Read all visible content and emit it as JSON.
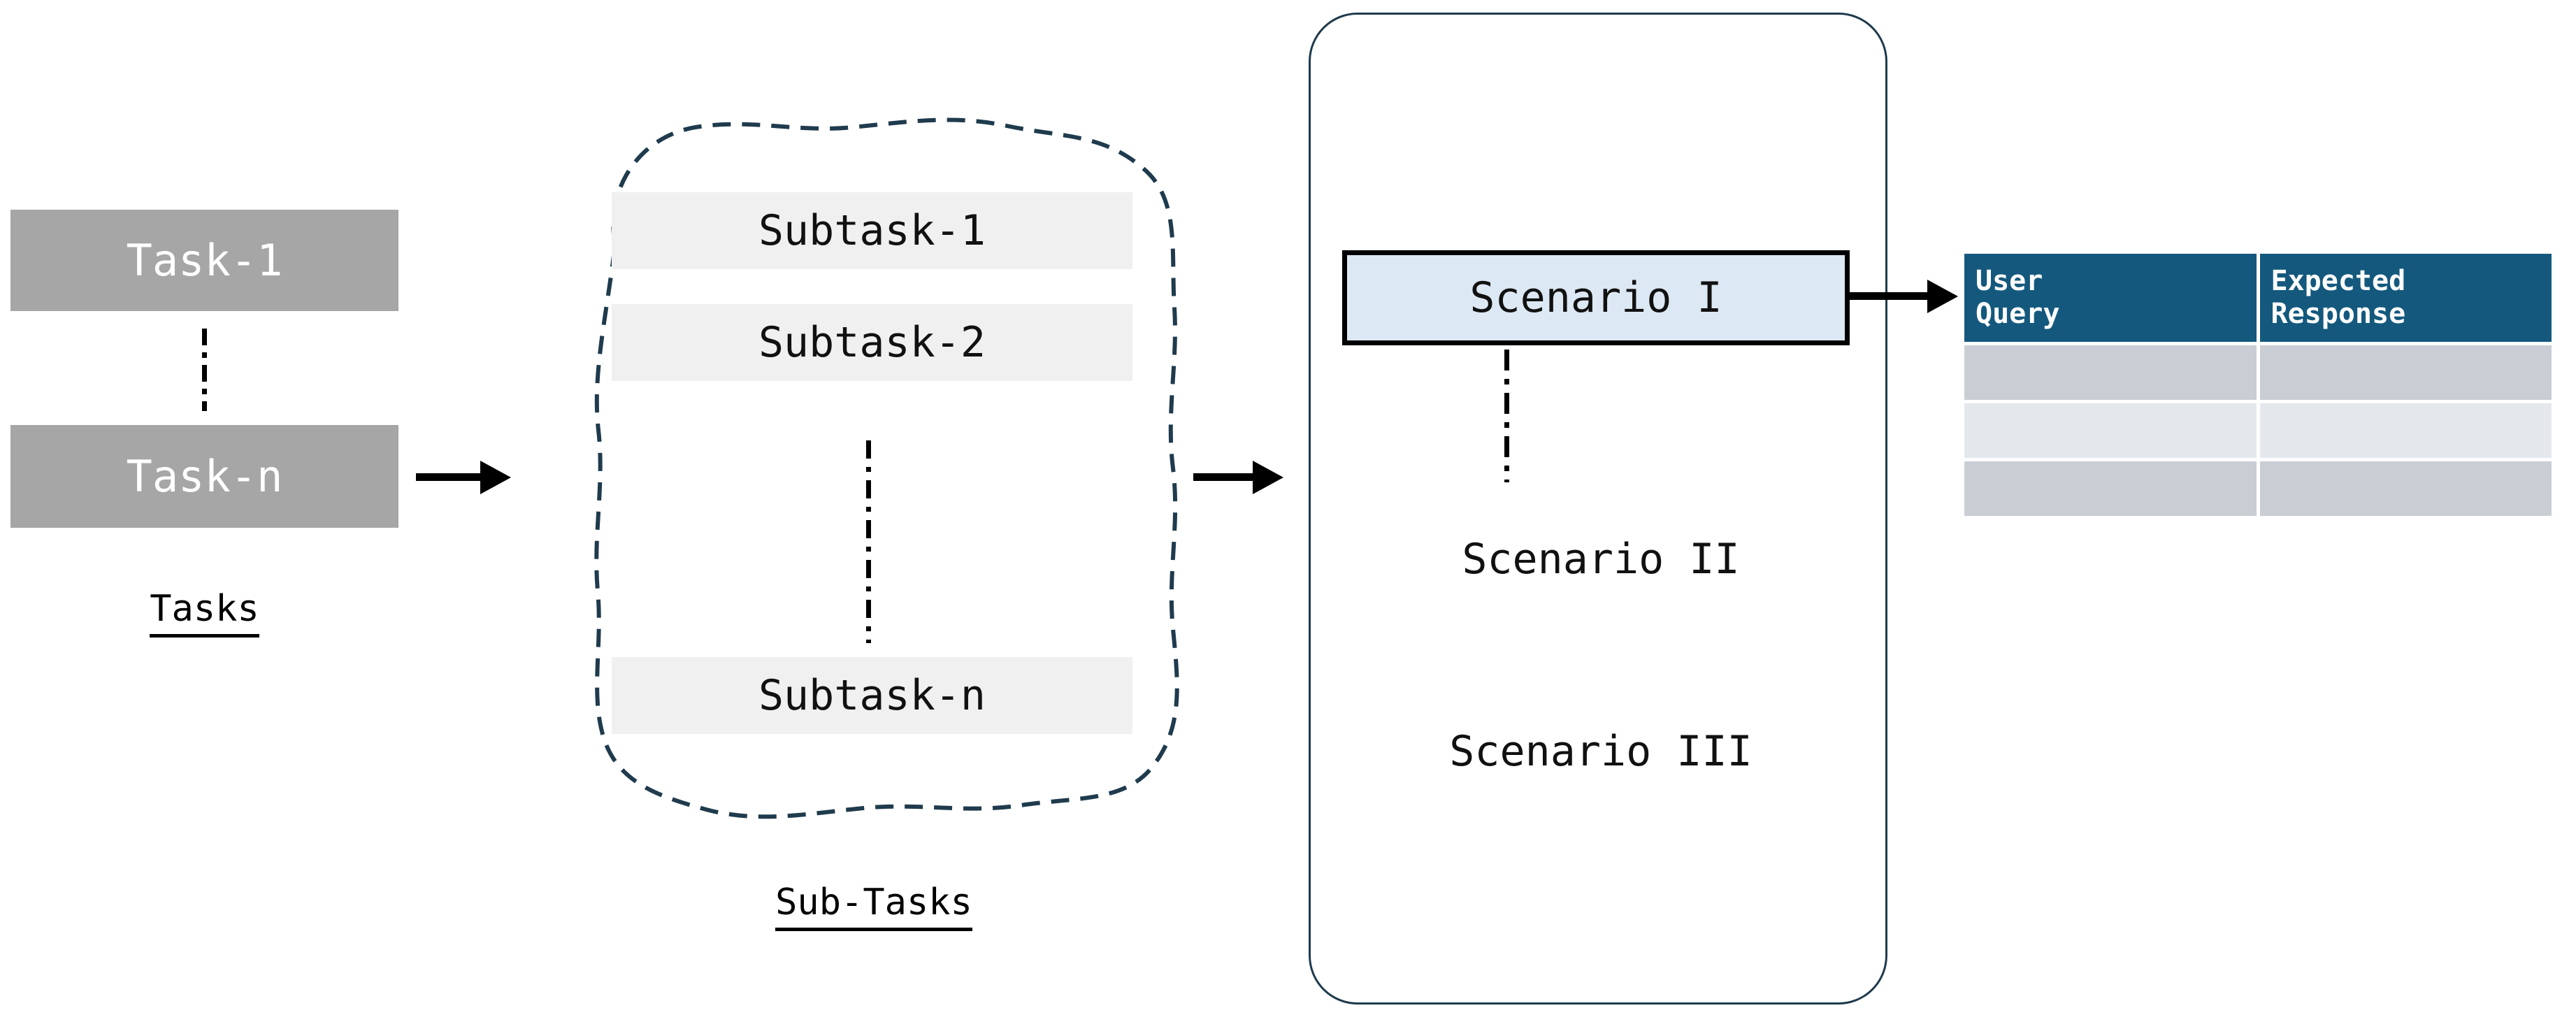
{
  "diagram": {
    "title_omitted": true,
    "colors": {
      "task_box_fill": "#a6a6a6",
      "task_box_text": "#ffffff",
      "subtask_box_fill": "#f0f0f0",
      "subtask_blob_stroke": "#1f3b4d",
      "scenario_card_stroke": "#1f3b4d",
      "scenario_highlight_fill": "#dce8f4",
      "scenario_highlight_stroke": "#000000",
      "table_header_fill": "#14597d",
      "table_header_text": "#ffffff",
      "table_row_dark": "#c9cdd4",
      "table_row_light": "#e4e8ec",
      "arrow": "#000000"
    }
  },
  "tasks": {
    "caption": "Tasks",
    "items": [
      {
        "label": "Task-1"
      },
      {
        "label": "Task-n"
      }
    ],
    "ellipsis": "vertical-dash-dot"
  },
  "subtasks": {
    "caption": "Sub-Tasks",
    "items": [
      {
        "label": "Subtask-1"
      },
      {
        "label": "Subtask-2"
      },
      {
        "label": "Subtask-n"
      }
    ],
    "ellipsis": "vertical-dash-dot"
  },
  "scenarios": {
    "items": [
      {
        "label": "Scenario I",
        "highlighted": true
      },
      {
        "label": "Scenario II",
        "highlighted": false
      },
      {
        "label": "Scenario III",
        "highlighted": false
      }
    ],
    "ellipsis": "vertical-dash-dot"
  },
  "table": {
    "columns": [
      {
        "header": "User\nQuery"
      },
      {
        "header": "Expected\nResponse"
      }
    ],
    "rows": [
      {
        "cells": [
          "",
          ""
        ],
        "shade": "dark"
      },
      {
        "cells": [
          "",
          ""
        ],
        "shade": "light"
      },
      {
        "cells": [
          "",
          ""
        ],
        "shade": "dark"
      }
    ]
  },
  "arrows": [
    {
      "from": "tasks",
      "to": "subtasks"
    },
    {
      "from": "subtasks",
      "to": "scenarios"
    },
    {
      "from": "scenario-1",
      "to": "table"
    }
  ]
}
